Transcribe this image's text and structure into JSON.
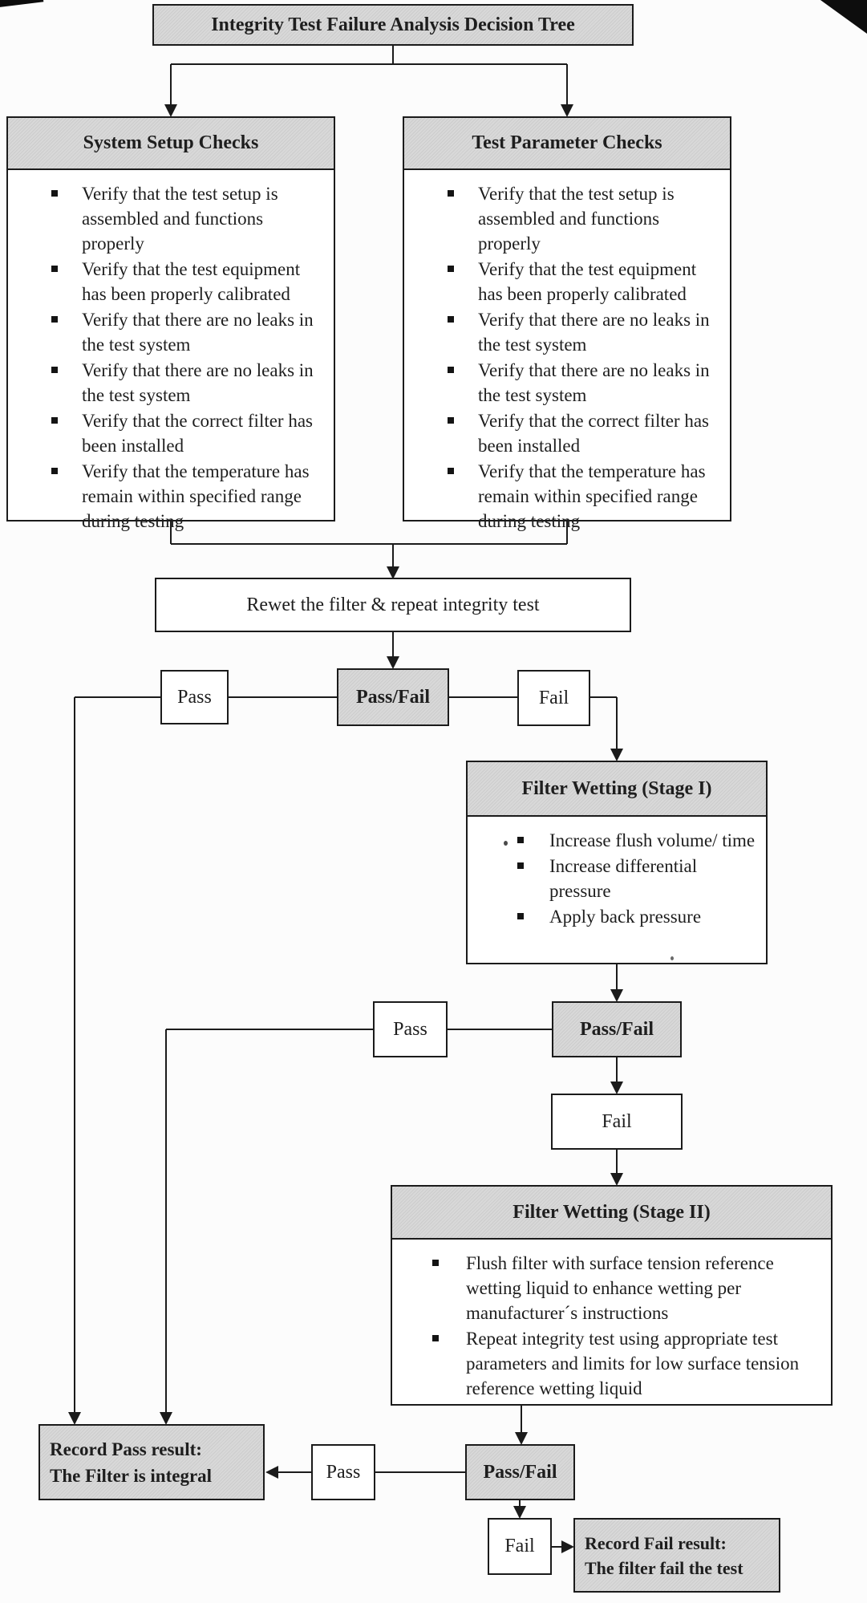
{
  "diagram": {
    "title": "Integrity Test Failure Analysis Decision Tree",
    "system_setup": {
      "title": "System Setup Checks",
      "items": [
        "Verify that the test setup is assembled and functions properly",
        "Verify that the test equipment has been properly calibrated",
        "Verify that there are no leaks in the test system",
        "Verify that there are no leaks in the test system",
        "Verify that the correct filter has been installed",
        "Verify that the temperature has remain within specified range during testing"
      ]
    },
    "test_parameter": {
      "title": "Test Parameter Checks",
      "items": [
        "Verify that the test setup is assembled and functions properly",
        "Verify that the test equipment has been properly calibrated",
        "Verify that there are no leaks in the test system",
        "Verify that there are no leaks in the test system",
        "Verify that the correct filter has been installed",
        "Verify that the temperature has remain within specified range during testing"
      ]
    },
    "rewet": "Rewet the filter & repeat integrity test",
    "stage1": {
      "title": "Filter Wetting (Stage I)",
      "items": [
        "Increase flush volume/ time",
        "Increase differential pressure",
        "Apply back pressure"
      ]
    },
    "stage2": {
      "title": "Filter Wetting (Stage II)",
      "items": [
        "Flush filter with surface tension reference wetting liquid to enhance wetting per manufacturer´s instructions",
        "Repeat integrity test using appropriate test parameters and limits for low surface tension reference wetting liquid"
      ]
    },
    "labels": {
      "pass": "Pass",
      "fail": "Fail",
      "pass_fail": "Pass/Fail"
    },
    "record_pass": {
      "line1": "Record Pass result:",
      "line2": "The Filter is integral"
    },
    "record_fail": {
      "line1": "Record Fail result:",
      "line2": "The filter fail the test"
    },
    "colors": {
      "box_fill": "#d7d7d7",
      "line": "#1b1b1b"
    }
  }
}
